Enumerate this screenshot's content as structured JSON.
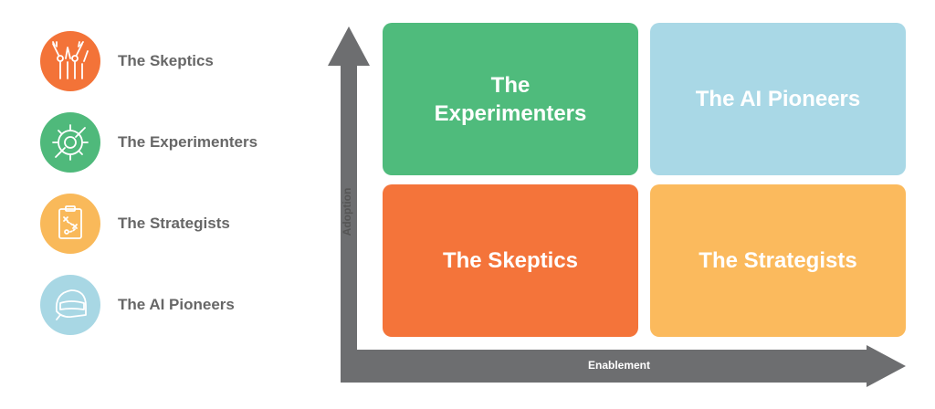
{
  "legend": [
    {
      "label": "The Skeptics",
      "color": "#F37338",
      "icon": "hands-raised-icon"
    },
    {
      "label": "The Experimenters",
      "color": "#4FB97B",
      "icon": "gear-wrench-icon"
    },
    {
      "label": "The Strategists",
      "color": "#F9B95A",
      "icon": "clipboard-plan-icon"
    },
    {
      "label": "The AI Pioneers",
      "color": "#A8D7E4",
      "icon": "helmet-icon"
    }
  ],
  "matrix": {
    "top_left": {
      "label": "The Experimenters",
      "color": "#4FBB7C"
    },
    "top_right": {
      "label": "The AI Pioneers",
      "color": "#A9D8E6"
    },
    "bottom_left": {
      "label": "The Skeptics",
      "color": "#F4743A"
    },
    "bottom_right": {
      "label": "The Strategists",
      "color": "#FBBA5D"
    }
  },
  "axes": {
    "y_label": "Adoption",
    "x_label": "Enablement",
    "color": "#6D6E70"
  }
}
